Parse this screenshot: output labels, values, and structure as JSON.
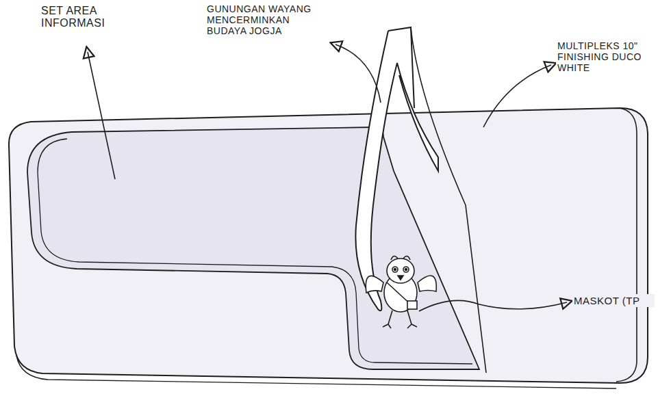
{
  "diagram": {
    "labels": [
      "SET AREA INFORMASI",
      "GUNUNGAN WAYANG MENCERMINKAN BUDAYA JOGJA",
      "MULTIPLEKS 10\" FINISHING DUCO WHITE",
      "MASKOT (TP"
    ]
  }
}
